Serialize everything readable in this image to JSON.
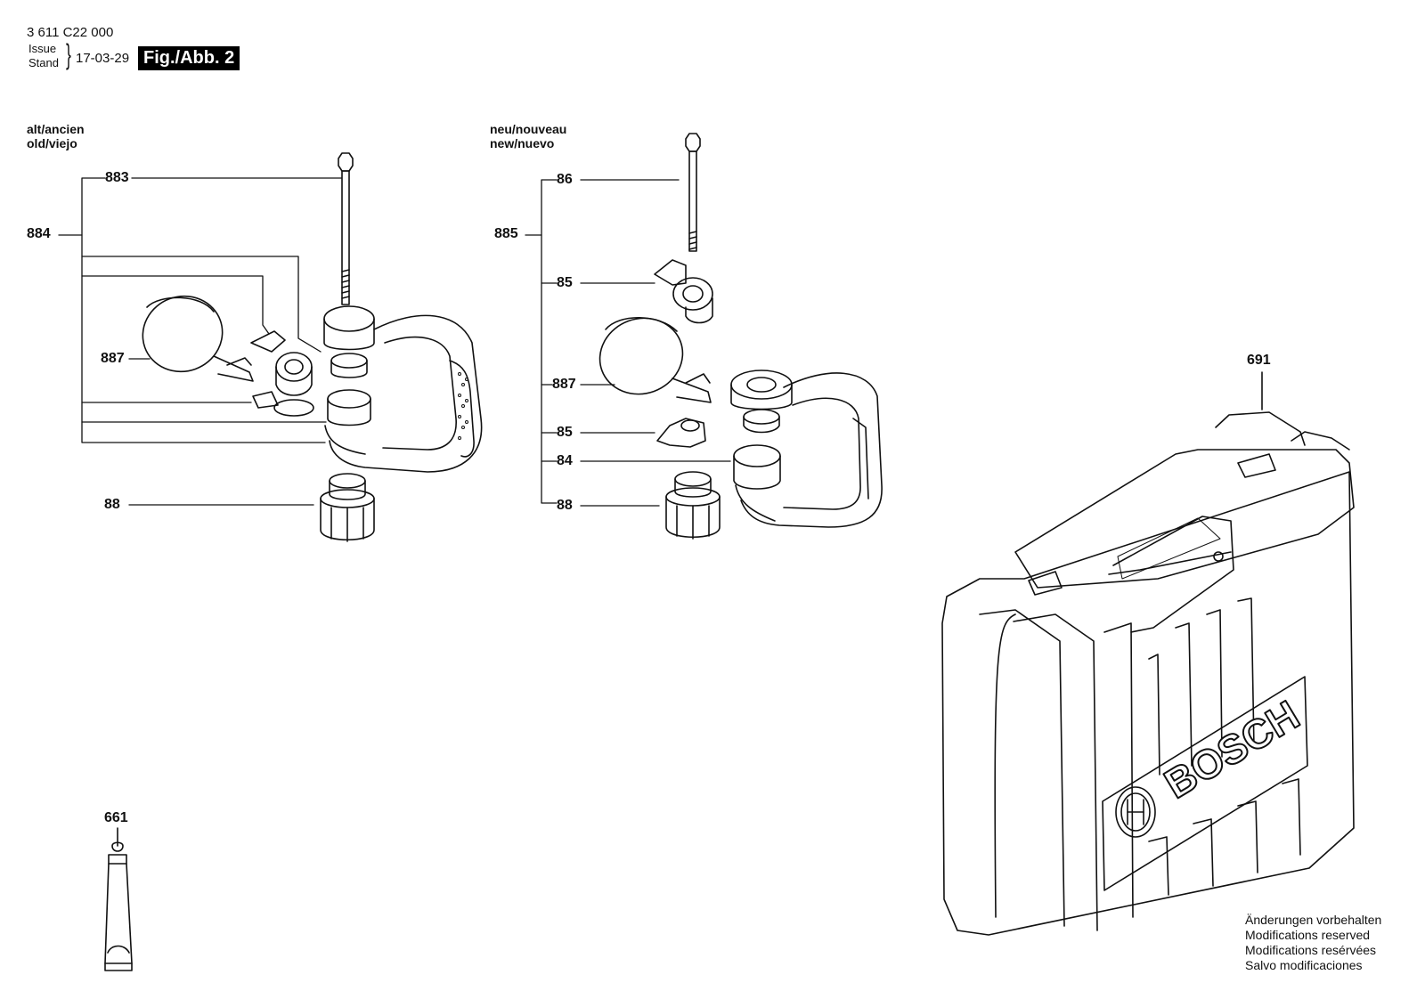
{
  "header": {
    "doc_number": "3 611 C22 000",
    "issue_label": "Issue",
    "stand_label": "Stand",
    "issue_date": "17-03-29",
    "figure_label": "Fig./Abb. 2"
  },
  "sections": {
    "old": {
      "line1": "alt/ancien",
      "line2": "old/viejo"
    },
    "new": {
      "line1": "neu/nouveau",
      "line2": "new/nuevo"
    }
  },
  "parts": {
    "p883": "883",
    "p884": "884",
    "p887_old": "887",
    "p88_old": "88",
    "p86": "86",
    "p885": "885",
    "p85_a": "85",
    "p887_new": "887",
    "p85_b": "85",
    "p84": "84",
    "p88_new": "88",
    "p691": "691",
    "p661": "661"
  },
  "case_brand": "BOSCH",
  "notice": [
    "Änderungen vorbehalten",
    "Modifications reserved",
    "Modifications resérvées",
    "Salvo modificaciones"
  ]
}
